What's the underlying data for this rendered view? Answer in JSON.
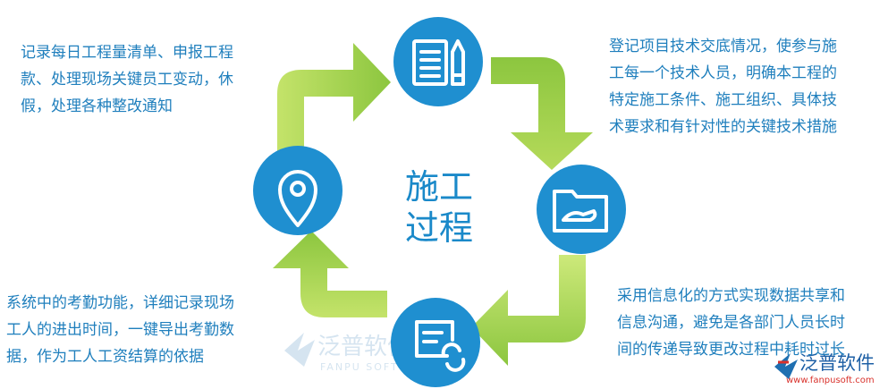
{
  "center_title": {
    "line1": "施工",
    "line2": "过程"
  },
  "steps": [
    {
      "icon": "document-pencil-icon",
      "text": [
        "登记项目技术交底情况，使参与施",
        "工每一个技术人员，明确本工程的",
        "特定施工条件、施工组织、具体技",
        "术要求和有针对性的关键技术措施"
      ]
    },
    {
      "icon": "folder-hand-icon",
      "text": [
        "采用信息化的方式实现数据共享和",
        "信息沟通，避免是各部门人员长时",
        "间的传递导致更改过程中耗时过长"
      ]
    },
    {
      "icon": "form-refresh-icon",
      "text": [
        "系统中的考勤功能，详细记录现场",
        "工人的进出时间，一键导出考勤数",
        "据，作为工人工资结算的依据"
      ]
    },
    {
      "icon": "location-pin-icon",
      "text": [
        "记录每日工程量清单、申报工程",
        "款、处理现场关键员工变动，休",
        "假，处理各种整改通知"
      ]
    }
  ],
  "watermark": {
    "name": "泛普软件",
    "url_partial": "FANPU SOFTW"
  },
  "brand": {
    "name": "泛普软件",
    "url": "www.fanpusoft.com"
  },
  "colors": {
    "circle": "#1f8fd0",
    "arrow_light": "#c6e46a",
    "arrow_dark": "#8cc63f",
    "text": "#1f7fbd"
  }
}
